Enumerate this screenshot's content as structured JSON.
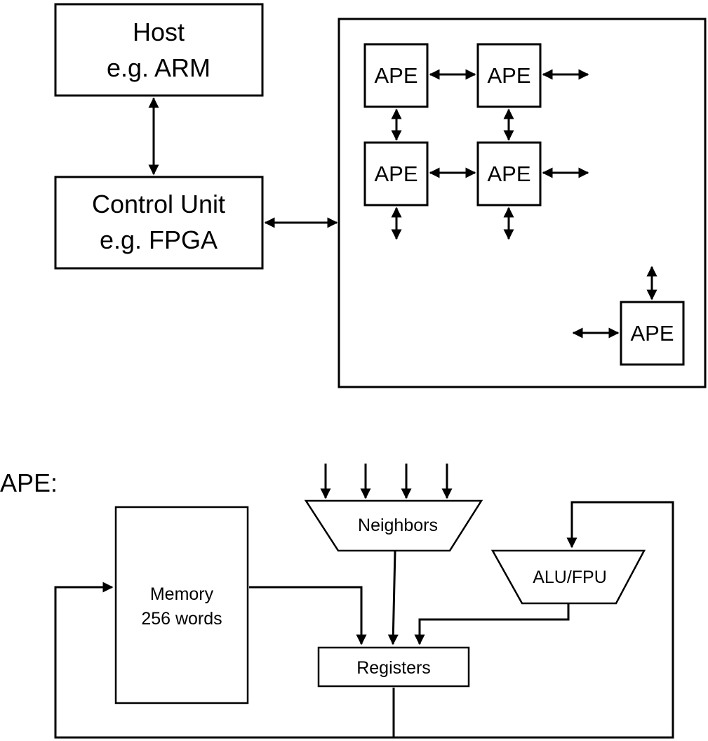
{
  "host": {
    "line1": "Host",
    "line2": "e.g. ARM"
  },
  "control_unit": {
    "line1": "Control Unit",
    "line2": "e.g. FPGA"
  },
  "ape_grid": {
    "pe_label": "APE"
  },
  "ape_detail": {
    "title": "APE:",
    "memory": {
      "line1": "Memory",
      "line2": "256 words"
    },
    "neighbors": "Neighbors",
    "alu": "ALU/FPU",
    "registers": "Registers"
  }
}
